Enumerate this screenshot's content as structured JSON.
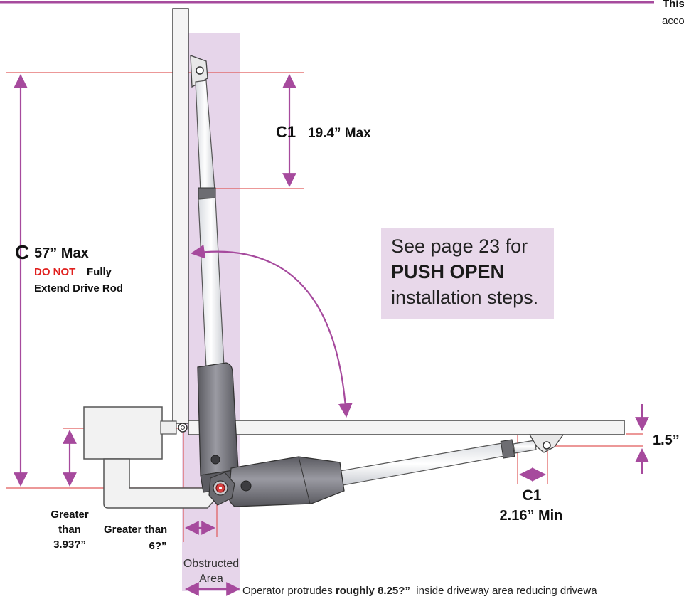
{
  "colors": {
    "dimension_line": "#a64a9d",
    "guide_line": "#e05a5a",
    "obstructed_area": "#e6d5ea",
    "callout_bg": "#e8d8ea",
    "warning_text": "#e0201e",
    "gate_frame": "#f4f4f4"
  },
  "corner_note": {
    "line1": "This",
    "line2": "acco"
  },
  "dimensions": {
    "c1_top": {
      "letter": "C1",
      "value": "19.4” Max"
    },
    "c_main": {
      "letter": "C",
      "value": "57” Max",
      "warning_strong": "DO NOT",
      "warning_rest": "Fully",
      "warning_line2": "Extend Drive Rod"
    },
    "offset_right": {
      "value": "1.5”"
    },
    "c1_bottom": {
      "letter": "C1",
      "value": "2.16” Min"
    },
    "greater_393": {
      "line1": "Greater",
      "line2": "than",
      "line3": "3.93?”"
    },
    "greater_6": {
      "line1": "Greater than",
      "line2": "6?”"
    }
  },
  "obstructed": {
    "line1": "Obstructed",
    "line2": "Area"
  },
  "callout": {
    "line1": "See page 23 for",
    "line2": "PUSH OPEN",
    "line3": "installation steps."
  },
  "footer_note": {
    "prefix": "Operator protrudes ",
    "strong": "roughly 8.25?”",
    "suffix": "  inside driveway area reducing drivewa"
  }
}
